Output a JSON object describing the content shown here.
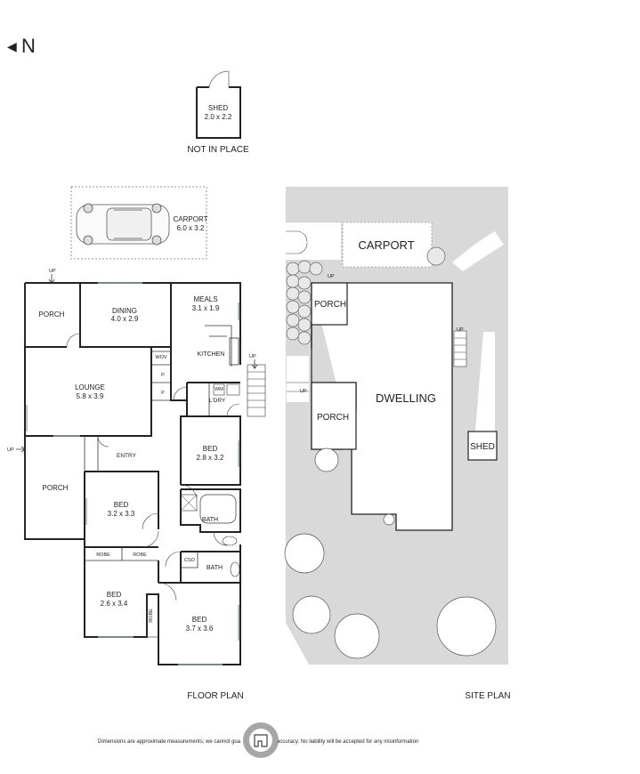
{
  "compass": {
    "label": "N",
    "arrow": "◀"
  },
  "shed": {
    "title": "SHED",
    "dims": "2.0 x 2.2",
    "note": "NOT IN PLACE"
  },
  "carport": {
    "title": "CARPORT",
    "dims": "6.0 x 3.2"
  },
  "rooms": {
    "porch_top": "PORCH",
    "dining_title": "DINING",
    "dining_dims": "4.0 x 2.9",
    "meals_title": "MEALS",
    "meals_dims": "3.1 x 1.9",
    "kitchen": "KITCHEN",
    "wov": "WOV",
    "pantry1": "P",
    "pantry2": "P",
    "lounge_title": "LOUNGE",
    "lounge_dims": "5.8 x 3.9",
    "wm": "WM",
    "ldry": "L'DRY",
    "entry": "ENTRY",
    "porch_left": "PORCH",
    "bed1_title": "BED",
    "bed1_dims": "2.8 x 3.2",
    "bed2_title": "BED",
    "bed2_dims": "3.2 x 3.3",
    "bath1": "BATH",
    "robe1": "ROBE",
    "robe2": "ROBE",
    "cso": "CSO",
    "bath2": "BATH",
    "bed3_title": "BED",
    "bed3_dims": "2.6 x 3.4",
    "robe3": "ROBE",
    "bed4_title": "BED",
    "bed4_dims": "3.7 x 3.6",
    "up1": "UP",
    "up2": "UP",
    "up3": "UP"
  },
  "site": {
    "carport": "CARPORT",
    "porch_top": "PORCH",
    "porch_mid": "PORCH",
    "dwelling": "DWELLING",
    "shed": "SHED",
    "up1": "UP",
    "up2": "UP",
    "up3": "UP"
  },
  "captions": {
    "floor_plan": "FLOOR PLAN",
    "site_plan": "SITE PLAN"
  },
  "disclaimer_left": "Dimensions are approximate measurements; we cannot gua",
  "disclaimer_right": "accuracy. No liability will be accepted for any misinformation",
  "logo_icon": "floorplan-logo-icon"
}
